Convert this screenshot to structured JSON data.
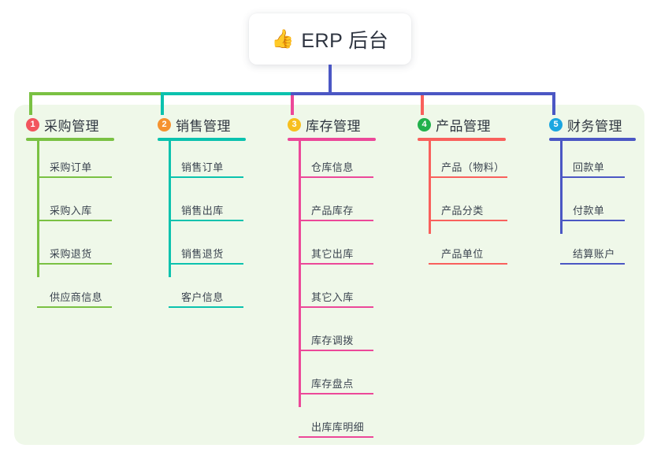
{
  "root": {
    "icon": "thumbs-up-icon",
    "icon_glyph": "👍",
    "title": "ERP 后台"
  },
  "colors": {
    "panel_bg": "#eff8e9",
    "root_drop_line": "#4b57c4",
    "connector_left": "#7ac143",
    "connector_mid": "#0bc2ae",
    "connector_right": "#4b57c4",
    "text": "#3b4450"
  },
  "columns": [
    {
      "number": "1",
      "badge_color": "#f2555e",
      "line_color": "#7ac143",
      "title": "采购管理",
      "items": [
        {
          "label": "采购订单"
        },
        {
          "label": "采购入库"
        },
        {
          "label": "采购退货"
        },
        {
          "label": "供应商信息"
        }
      ]
    },
    {
      "number": "2",
      "badge_color": "#f5922f",
      "line_color": "#0bc2ae",
      "title": "销售管理",
      "items": [
        {
          "label": "销售订单"
        },
        {
          "label": "销售出库"
        },
        {
          "label": "销售退货"
        },
        {
          "label": "客户信息"
        }
      ]
    },
    {
      "number": "3",
      "badge_color": "#f7bf1e",
      "line_color": "#ec4899",
      "title": "库存管理",
      "items": [
        {
          "label": "仓库信息"
        },
        {
          "label": "产品库存"
        },
        {
          "label": "其它出库"
        },
        {
          "label": "其它入库"
        },
        {
          "label": "库存调拨"
        },
        {
          "label": "库存盘点"
        },
        {
          "label": "出库库明细"
        }
      ]
    },
    {
      "number": "4",
      "badge_color": "#22b14c",
      "line_color": "#f9605c",
      "title": "产品管理",
      "items": [
        {
          "label": "产品（物料）"
        },
        {
          "label": "产品分类"
        },
        {
          "label": "产品单位"
        }
      ]
    },
    {
      "number": "5",
      "badge_color": "#1ba6e0",
      "line_color": "#4b57c4",
      "title": "财务管理",
      "items": [
        {
          "label": "回款单"
        },
        {
          "label": "付款单"
        },
        {
          "label": "结算账户"
        }
      ]
    }
  ]
}
